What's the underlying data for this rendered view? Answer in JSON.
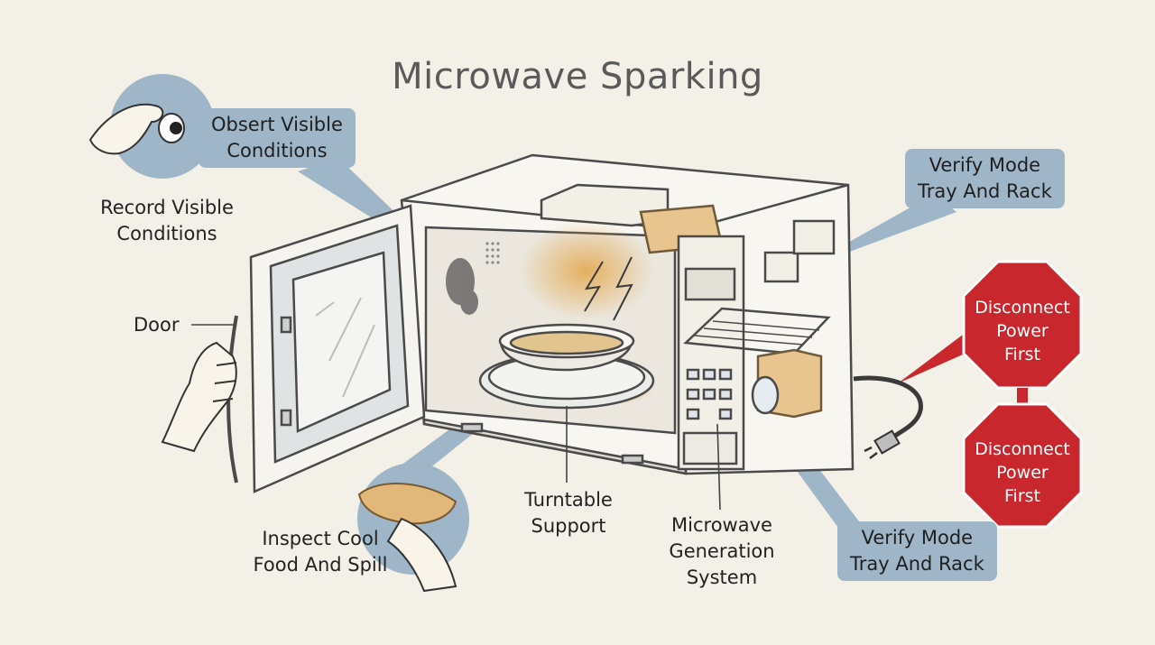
{
  "title": "Microwave Sparking",
  "labels": {
    "observe": "Obsert Visible\nConditions",
    "record": "Record Visible\nConditions",
    "door": "Door",
    "verify_top": "Verify Mode\nTray And Rack",
    "verify_bottom": "Verify Mode\nTray And Rack",
    "disconnect_top": "Disconnect\nPower\nFirst",
    "disconnect_bottom": "Disconnect\nPower\nFirst",
    "turntable": "Turntable\nSupport",
    "generation": "Microwave\nGeneration\nSystem",
    "inspect": "Inspect Cool\nFood And Spill"
  },
  "colors": {
    "callout": "#9fb6c8",
    "stop": "#c8272d",
    "scorch": "#e3b05a",
    "outline": "#4a4a4a"
  },
  "icons": [
    "hand-eye-icon",
    "hand-cloth-icon",
    "hand-door-icon",
    "power-plug-icon",
    "spark-icon",
    "stop-sign-icon"
  ]
}
